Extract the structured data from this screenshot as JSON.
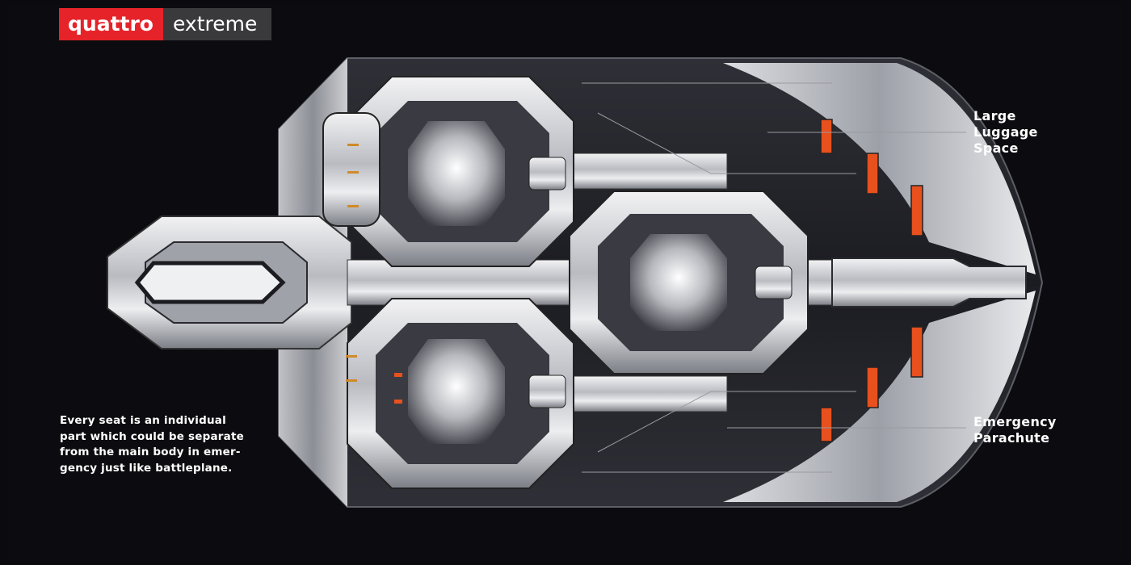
{
  "logo": {
    "brand": "quattro",
    "model": "extreme",
    "brand_color": "#e52329",
    "model_bg": "#3a3a3d"
  },
  "callouts": {
    "luggage": {
      "text": "Large\nLuggage\nSpace",
      "lines": [
        "Large",
        "Luggage",
        "Space"
      ]
    },
    "parachute": {
      "text": "Emergency\nParachute",
      "lines": [
        "Emergency",
        "Parachute"
      ]
    }
  },
  "description": "Every seat is an individual\npart which could be separate\nfrom the main body in emer-\ngency just like battleplane.",
  "colors": {
    "background": "#0c0c10",
    "accent_orange": "#e8501e",
    "metal_light": "#e6e7ea",
    "metal_dark": "#2a2b30"
  }
}
